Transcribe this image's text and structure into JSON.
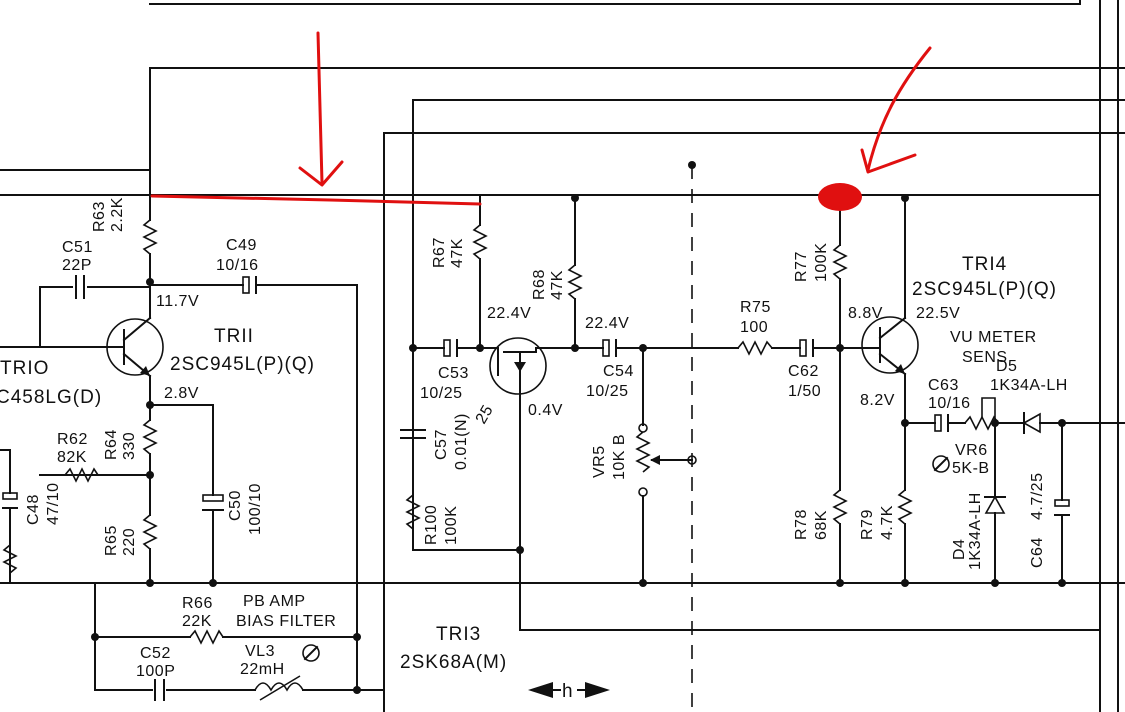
{
  "components": {
    "tr10": {
      "name": "TRIO",
      "part": "C458LG(D)"
    },
    "tr11": {
      "name": "TRII",
      "part": "2SC945L(P)(Q)",
      "v_c": "11.7V",
      "v_e": "2.8V"
    },
    "tr13": {
      "name": "TRI3",
      "part": "2SK68A(M)",
      "v_d": "22.4V",
      "v_s": "0.4V"
    },
    "tr14": {
      "name": "TRI4",
      "part": "2SC945L(P)(Q)",
      "v_b": "8.8V",
      "v_c": "22.5V",
      "v_e": "8.2V"
    },
    "r63": {
      "ref": "R63",
      "value": "2.2K"
    },
    "r62": {
      "ref": "R62",
      "value": "82K"
    },
    "r64": {
      "ref": "R64",
      "value": "330"
    },
    "r65": {
      "ref": "R65",
      "value": "220"
    },
    "r66": {
      "ref": "R66",
      "value": "22K"
    },
    "r67": {
      "ref": "R67",
      "value": "47K"
    },
    "r68": {
      "ref": "R68",
      "value": "47K"
    },
    "r75": {
      "ref": "R75",
      "value": "100"
    },
    "r77": {
      "ref": "R77",
      "value": "100K"
    },
    "r78": {
      "ref": "R78",
      "value": "68K"
    },
    "r79": {
      "ref": "R79",
      "value": "4.7K"
    },
    "r100": {
      "ref": "R100",
      "value": "100K"
    },
    "c48": {
      "ref": "C48",
      "value": "47/10"
    },
    "c49": {
      "ref": "C49",
      "value": "10/16"
    },
    "c50": {
      "ref": "C50",
      "value": "100/10"
    },
    "c51": {
      "ref": "C51",
      "value": "22P"
    },
    "c52": {
      "ref": "C52",
      "value": "100P"
    },
    "c53": {
      "ref": "C53",
      "value": "10/25"
    },
    "c54": {
      "ref": "C54",
      "value": "10/25"
    },
    "c57": {
      "ref": "C57",
      "value": "0.01(N)",
      "rating": "25"
    },
    "c62": {
      "ref": "C62",
      "value": "1/50"
    },
    "c63": {
      "ref": "C63",
      "value": "10/16"
    },
    "c64": {
      "ref": "C64",
      "value": "4.7/25"
    },
    "vr5": {
      "ref": "VR5",
      "value": "10K B"
    },
    "vr6": {
      "ref": "VR6",
      "value": "5K-B"
    },
    "vl3": {
      "ref": "VL3",
      "value": "22mH"
    },
    "d4": {
      "ref": "D4",
      "value": "1K34A-LH"
    },
    "d5": {
      "ref": "D5",
      "value": "1K34A-LH"
    }
  },
  "labels": {
    "pb_amp": "PB AMP",
    "bias_filter": "BIAS FILTER",
    "vu_meter": "VU METER",
    "sens": "SENS",
    "h_marker": "h"
  },
  "colors": {
    "ink": "#111111",
    "annotation": "#e01010",
    "paper": "#ffffff"
  }
}
